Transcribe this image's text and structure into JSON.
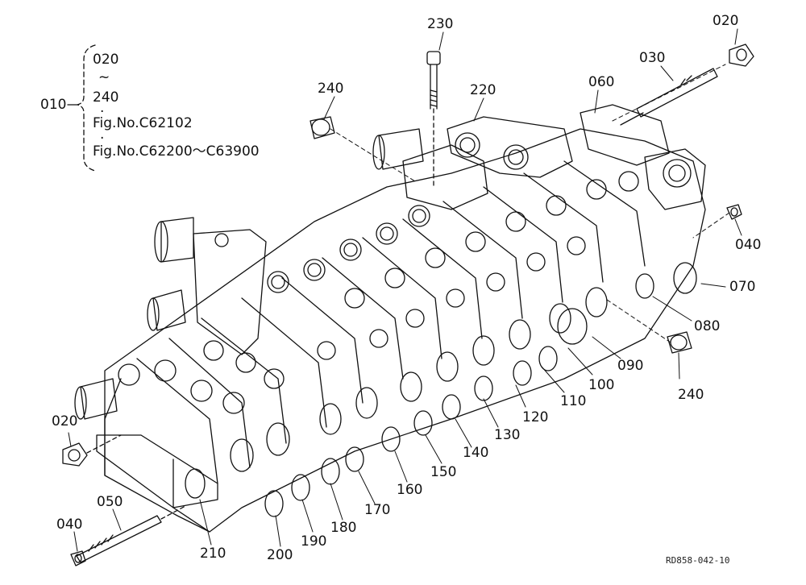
{
  "drawing_code": "RD858-042-10",
  "assembly": {
    "id": "010",
    "lines": [
      "020",
      "~",
      "240",
      "·",
      "Fig.No.C62102",
      "·",
      "Fig.No.C62200～C63900"
    ]
  },
  "callouts": [
    {
      "key": "230",
      "text": "230"
    },
    {
      "key": "020_top",
      "text": "020"
    },
    {
      "key": "240_top",
      "text": "240"
    },
    {
      "key": "220",
      "text": "220"
    },
    {
      "key": "060",
      "text": "060"
    },
    {
      "key": "030",
      "text": "030"
    },
    {
      "key": "040_right",
      "text": "040"
    },
    {
      "key": "070",
      "text": "070"
    },
    {
      "key": "080",
      "text": "080"
    },
    {
      "key": "090",
      "text": "090"
    },
    {
      "key": "240_right",
      "text": "240"
    },
    {
      "key": "100",
      "text": "100"
    },
    {
      "key": "110",
      "text": "110"
    },
    {
      "key": "120",
      "text": "120"
    },
    {
      "key": "130",
      "text": "130"
    },
    {
      "key": "140",
      "text": "140"
    },
    {
      "key": "150",
      "text": "150"
    },
    {
      "key": "160",
      "text": "160"
    },
    {
      "key": "170",
      "text": "170"
    },
    {
      "key": "180",
      "text": "180"
    },
    {
      "key": "190",
      "text": "190"
    },
    {
      "key": "200",
      "text": "200"
    },
    {
      "key": "210",
      "text": "210"
    },
    {
      "key": "020_left",
      "text": "020"
    },
    {
      "key": "050",
      "text": "050"
    },
    {
      "key": "040_left",
      "text": "040"
    }
  ]
}
